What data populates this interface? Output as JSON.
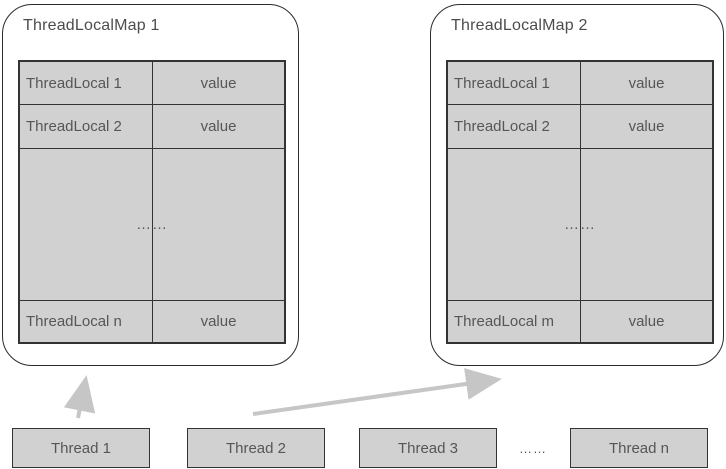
{
  "maps": [
    {
      "title": "ThreadLocalMap 1",
      "rows": [
        {
          "key": "ThreadLocal 1",
          "value": "value"
        },
        {
          "key": "ThreadLocal 2",
          "value": "value"
        }
      ],
      "ellipsis": "……",
      "last_row": {
        "key": "ThreadLocal n",
        "value": "value"
      }
    },
    {
      "title": "ThreadLocalMap 2",
      "rows": [
        {
          "key": "ThreadLocal 1",
          "value": "value"
        },
        {
          "key": "ThreadLocal 2",
          "value": "value"
        }
      ],
      "ellipsis": "……",
      "last_row": {
        "key": "ThreadLocal m",
        "value": "value"
      }
    }
  ],
  "threads": {
    "items": [
      {
        "label": "Thread 1"
      },
      {
        "label": "Thread 2"
      },
      {
        "label": "Thread 3"
      },
      {
        "label": "Thread n"
      }
    ],
    "ellipsis": "……"
  },
  "colors": {
    "cell_fill": "#d1d1d1",
    "table_line": "#333333",
    "box_border": "#2b2b2b",
    "text": "#565656",
    "arrow": "#c6c6c6"
  }
}
